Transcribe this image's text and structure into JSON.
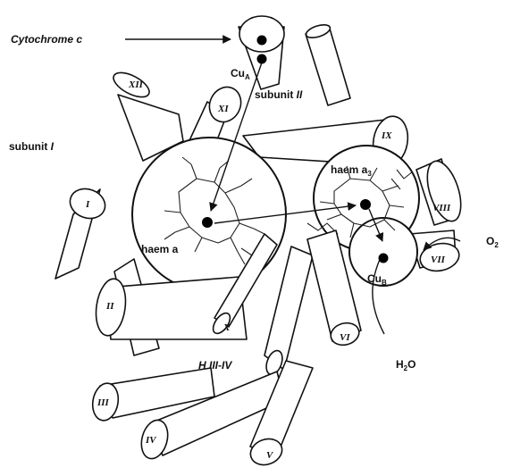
{
  "labels": {
    "cytochrome_c": "Cytochrome c",
    "cu_a": "Cu",
    "cu_a_sub": "A",
    "subunit_ii": "subunit",
    "subunit_ii_numeral": "II",
    "subunit_i": "subunit",
    "subunit_i_numeral": "I",
    "haem_a": "haem a",
    "haem_a3": "haem a",
    "haem_a3_sub": "3",
    "cu_b": "Cu",
    "cu_b_sub": "B",
    "o2": "O",
    "o2_sub": "2",
    "h2o_h": "H",
    "h2o_sub": "2",
    "h2o_o": "O",
    "h_iii_iv": "H III-IV"
  },
  "helices": {
    "i": "I",
    "ii": "II",
    "iii": "III",
    "iv": "IV",
    "v": "V",
    "vi": "VI",
    "vii": "VII",
    "viii": "VIII",
    "ix": "IX",
    "x": "X",
    "xi": "XI",
    "xii": "XII"
  }
}
